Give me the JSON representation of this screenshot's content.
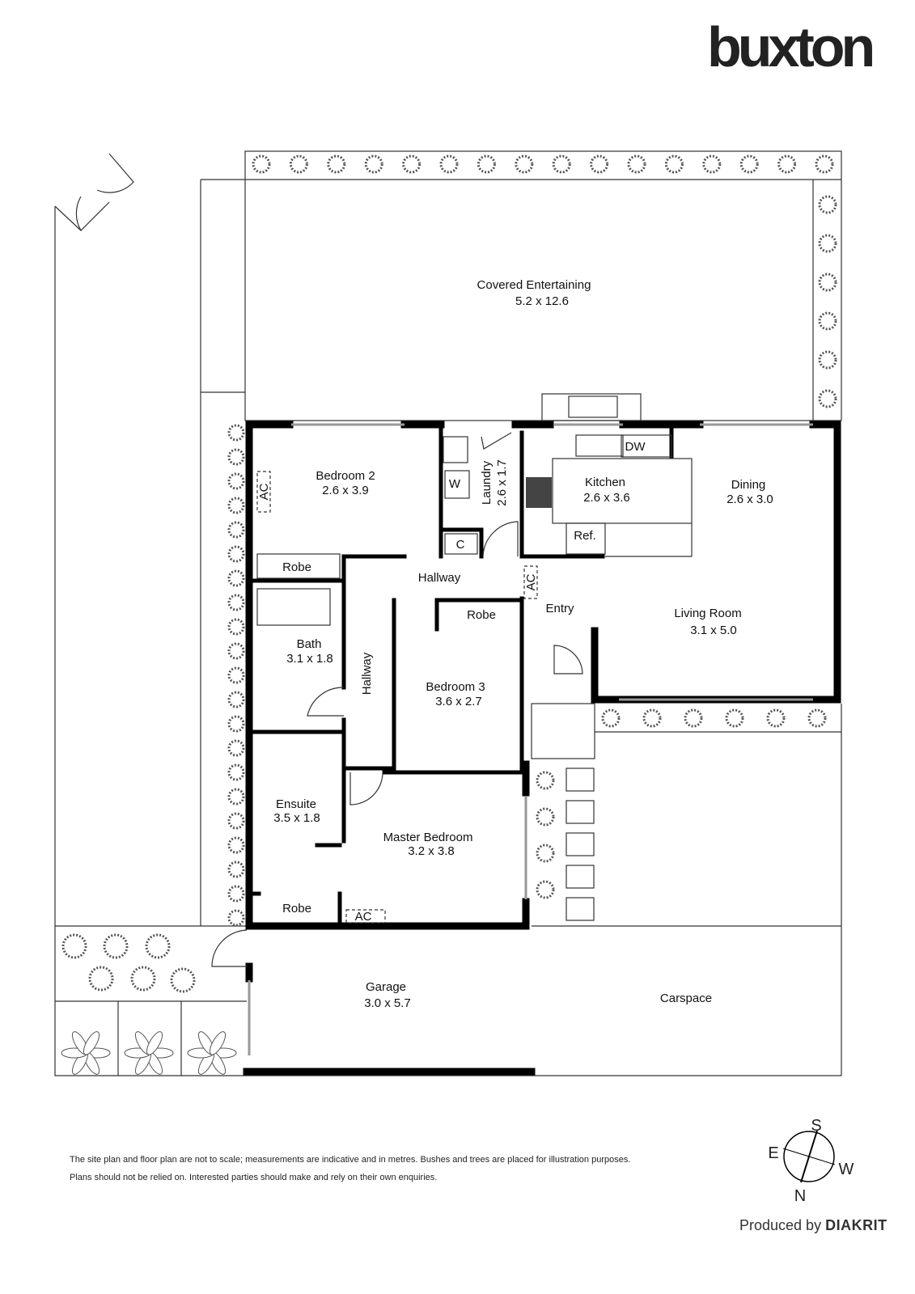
{
  "brand": {
    "logo": "buxton"
  },
  "rooms": {
    "covered_entertaining": {
      "name": "Covered Entertaining",
      "size": "5.2 x 12.6"
    },
    "bedroom2": {
      "name": "Bedroom 2",
      "size": "2.6 x 3.9"
    },
    "laundry": {
      "name": "Laundry",
      "size": "2.6 x 1.7"
    },
    "kitchen": {
      "name": "Kitchen",
      "size": "2.6 x 3.6"
    },
    "dining": {
      "name": "Dining",
      "size": "2.6 x 3.0"
    },
    "hallway": {
      "name": "Hallway"
    },
    "entry": {
      "name": "Entry"
    },
    "living": {
      "name": "Living Room",
      "size": "3.1 x 5.0"
    },
    "bath": {
      "name": "Bath",
      "size": "3.1 x 1.8"
    },
    "bedroom3": {
      "name": "Bedroom 3",
      "size": "3.6 x 2.7"
    },
    "ensuite": {
      "name": "Ensuite",
      "size": "3.5 x 1.8"
    },
    "master": {
      "name": "Master Bedroom",
      "size": "3.2 x 3.8"
    },
    "garage": {
      "name": "Garage",
      "size": "3.0 x 5.7"
    },
    "carspace": {
      "name": "Carspace"
    }
  },
  "fixtures": {
    "robe": "Robe",
    "ac": "AC",
    "w": "W",
    "c": "C",
    "dw": "DW",
    "ref": "Ref."
  },
  "compass": {
    "s": "S",
    "e": "E",
    "w": "W",
    "n": "N"
  },
  "disclaimer": {
    "line1": "The site plan and floor plan are not to scale; measurements are indicative and in metres. Bushes and trees are placed for illustration purposes.",
    "line2": "Plans should not be relied on. Interested parties should make and rely on their own enquiries."
  },
  "credit": {
    "prefix": "Produced by",
    "brand": "DIAKRIT"
  }
}
